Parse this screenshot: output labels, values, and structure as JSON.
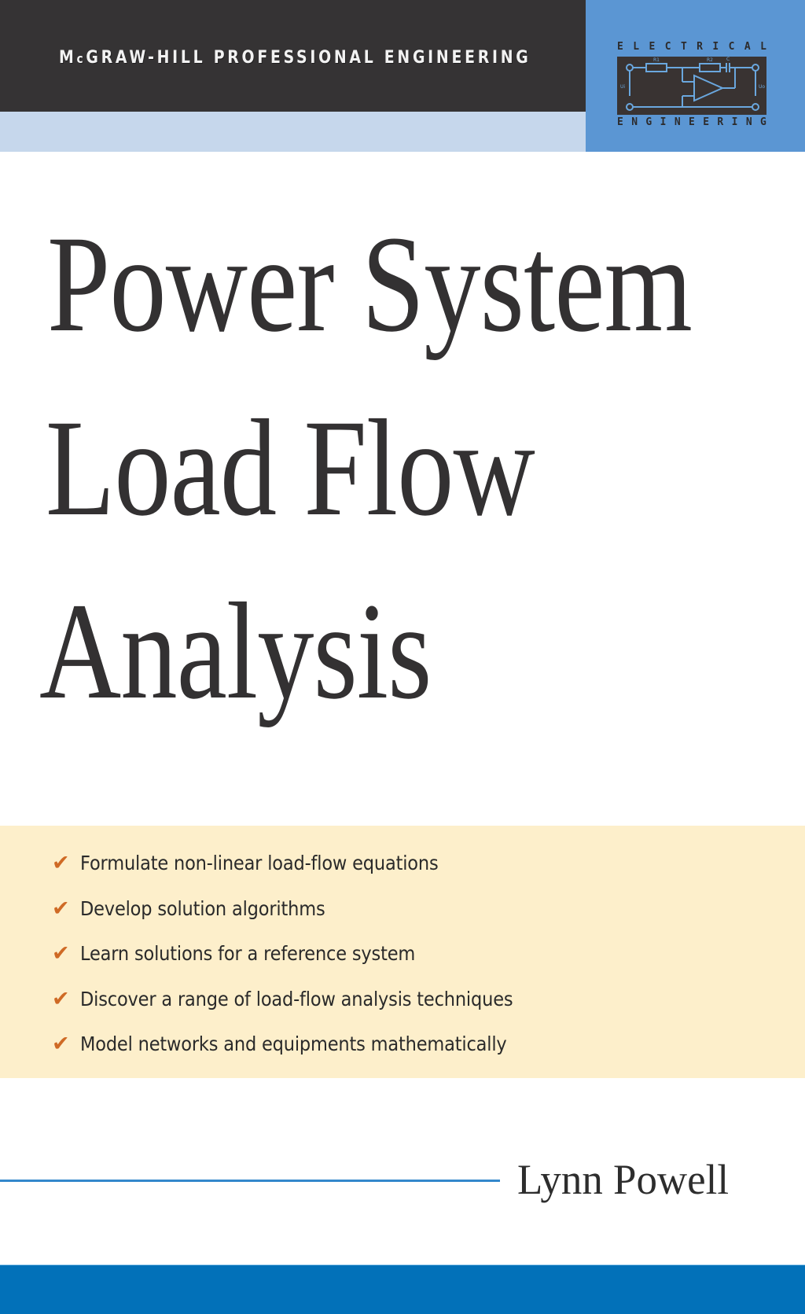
{
  "header": {
    "series_prefix_M": "M",
    "series_prefix_c": "c",
    "series_rest": "GRAW-HILL PROFESSIONAL ENGINEERING",
    "series_full": "McGRAW-HILL PROFESSIONAL ENGINEERING",
    "colors": {
      "dark_band": "#353334",
      "light_band": "#c6d7ec",
      "logo_background": "#5b96d3"
    }
  },
  "logo": {
    "top_word": [
      "E",
      "L",
      "E",
      "C",
      "T",
      "R",
      "I",
      "C",
      "A",
      "L"
    ],
    "bottom_word": [
      "E",
      "N",
      "G",
      "I",
      "N",
      "E",
      "E",
      "R",
      "I",
      "N",
      "G"
    ],
    "circuit_labels": {
      "r1": "R1",
      "r2": "R2",
      "c": "C",
      "input": "Ui",
      "output": "Uo"
    },
    "icon": "op-amp-circuit-icon"
  },
  "title": {
    "line1": "Power System",
    "line2": "Load Flow",
    "line3": "Analysis"
  },
  "features": {
    "check_glyph": "✔",
    "items": [
      "Formulate non-linear load-flow equations",
      "Develop solution algorithms",
      "Learn solutions for a reference system",
      "Discover a range of load-flow analysis techniques",
      "Model networks and equipments mathematically"
    ],
    "colors": {
      "box_background": "#fdefcb",
      "check": "#cf6a25"
    }
  },
  "author": {
    "name": "Lynn Powell",
    "rule_color": "#3388cc"
  },
  "footer": {
    "bar_color": "#0271b9"
  }
}
